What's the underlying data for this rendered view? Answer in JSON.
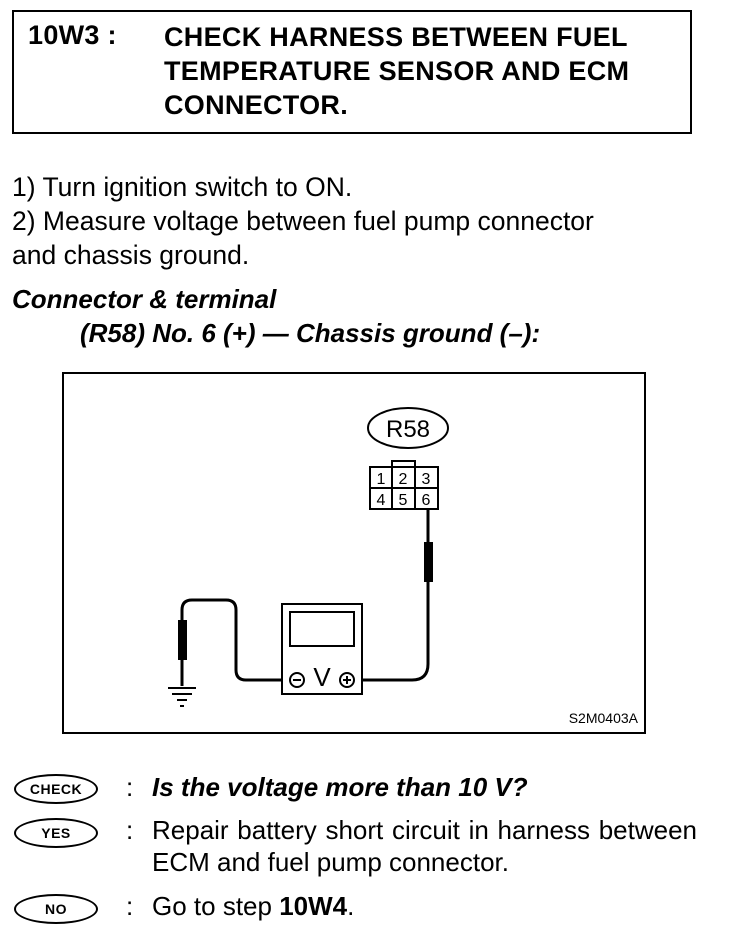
{
  "step": {
    "id": "10W3 :",
    "title": "CHECK HARNESS BETWEEN FUEL TEMPERATURE SENSOR AND ECM CONNECTOR."
  },
  "instructions": [
    "1)  Turn ignition switch to ON.",
    "2)  Measure voltage between fuel pump connector",
    "and chassis ground."
  ],
  "connector": {
    "heading": "Connector & terminal",
    "spec": "(R58) No. 6 (+) — Chassis ground (–):"
  },
  "figure": {
    "connector_label": "R58",
    "pins": [
      "1",
      "2",
      "3",
      "4",
      "5",
      "6"
    ],
    "meter_symbol": "V",
    "code": "S2M0403A"
  },
  "results": {
    "check_badge": "CHECK",
    "check_text": "Is the voltage more than 10 V?",
    "yes_badge": "YES",
    "yes_text": "Repair battery short circuit in harness between ECM and fuel pump connector.",
    "no_badge": "NO",
    "no_text_prefix": "Go to step ",
    "no_text_step": "10W4",
    "no_text_suffix": ".",
    "separator": ":"
  }
}
